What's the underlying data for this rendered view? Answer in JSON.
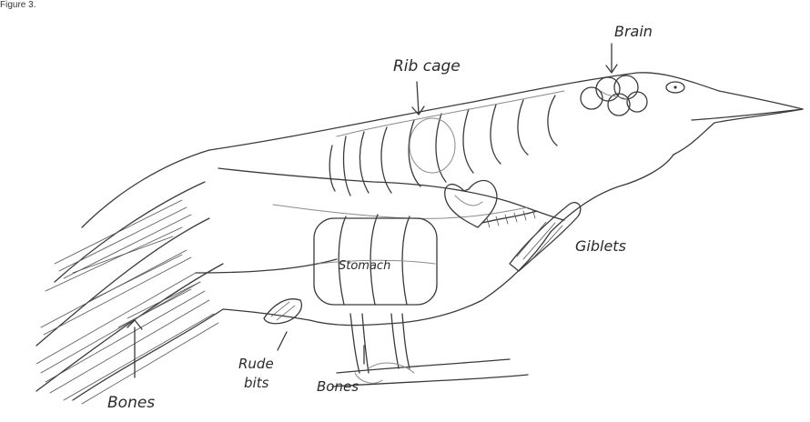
{
  "caption": "Figure 3.",
  "labels": {
    "rib_cage": "Rib cage",
    "brain": "Brain",
    "giblets": "Giblets",
    "stomach": "Stomach",
    "rude_bits_line1": "Rude",
    "rude_bits_line2": "bits",
    "bones_tail": "Bones",
    "bones_legs": "Bones"
  }
}
